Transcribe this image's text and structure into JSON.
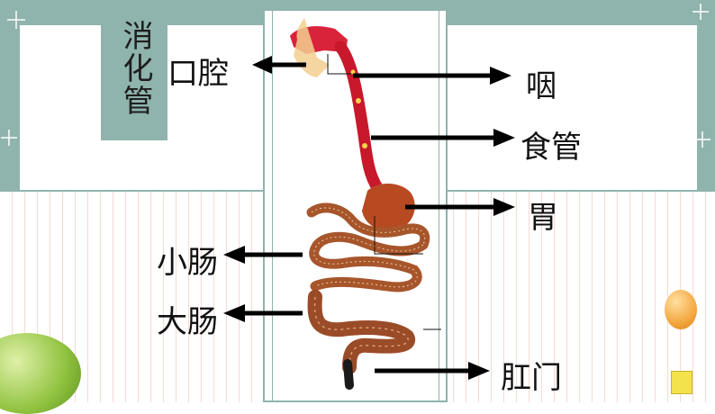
{
  "diagram": {
    "title": "消化管",
    "labels": {
      "mouth": "口腔",
      "pharynx": "咽",
      "esophagus": "食管",
      "stomach": "胃",
      "small_intestine": "小肠",
      "large_intestine": "大肠",
      "anus": "肛门"
    }
  },
  "colors": {
    "band": "#8fb3ad",
    "organ_red": "#c8182c",
    "intestine": "#b0562a",
    "arrow": "#000000"
  }
}
